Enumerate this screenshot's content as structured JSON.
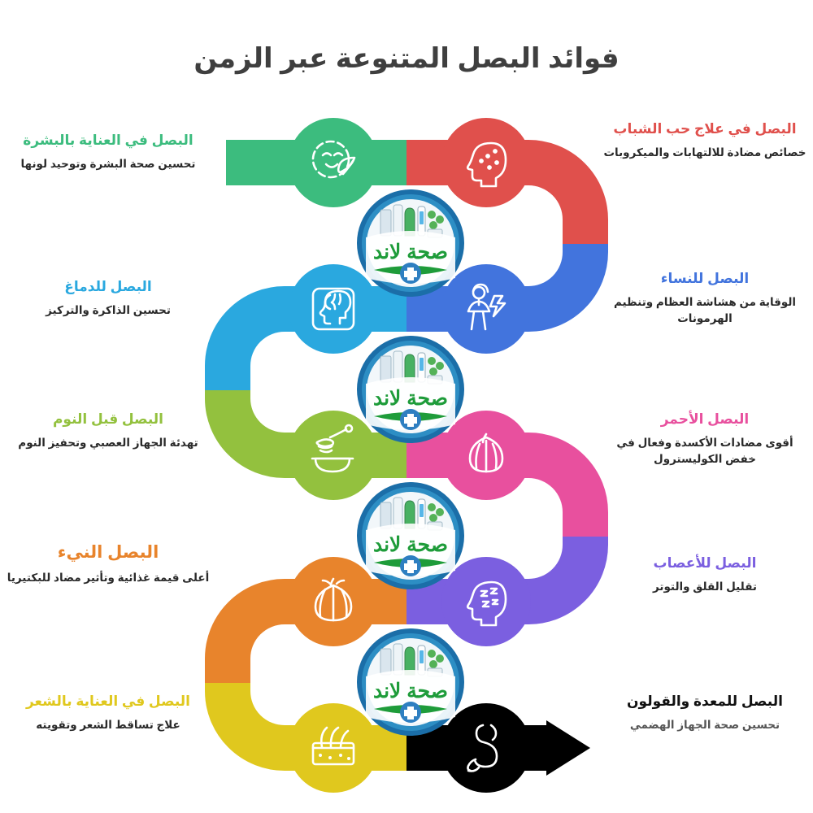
{
  "page": {
    "title": "فوائد البصل المتنوعة عبر الزمن",
    "background": "#ffffff",
    "title_color": "#3f3f3f"
  },
  "watermark": {
    "name": "صحة لاند",
    "ring_color": "#1b6ea8",
    "text_color": "#1e9c3a",
    "cross_color": "#2e7fc1",
    "count": 4
  },
  "colors": {
    "green": "#3cbc7e",
    "red": "#e0504c",
    "blue": "#4274dd",
    "lightblue": "#2aa8df",
    "yellowgreen": "#93c13e",
    "pink": "#e8509e",
    "purple": "#7b5fe0",
    "orange": "#e8842c",
    "yellow": "#e0c81e",
    "black": "#000000"
  },
  "nodes": [
    {
      "id": "skin-care",
      "side": "left",
      "color": "#3cbc7e",
      "icon": "face-leaf-icon",
      "heading": "البصل في العناية بالبشرة",
      "body": "تحسين صحة البشرة وتوحيد لونها"
    },
    {
      "id": "acne",
      "side": "right",
      "color": "#e0504c",
      "icon": "face-acne-icon",
      "heading": "البصل في علاج حب الشباب",
      "body": "خصائص مضادة للالتهابات والميكروبات"
    },
    {
      "id": "brain",
      "side": "left",
      "color": "#2aa8df",
      "icon": "brain-head-icon",
      "heading": "البصل للدماغ",
      "body": "تحسين الذاكرة والتركيز"
    },
    {
      "id": "women",
      "side": "right",
      "color": "#4274dd",
      "icon": "woman-bone-icon",
      "heading": "البصل للنساء",
      "body": "الوقاية من هشاشة العظام وتنظيم الهرمونات"
    },
    {
      "id": "before-sleep",
      "side": "left",
      "color": "#93c13e",
      "icon": "honey-dipper-bowl-icon",
      "heading": "البصل قبل النوم",
      "body": "تهدئة الجهاز العصبي وتحفيز النوم"
    },
    {
      "id": "red-onion",
      "side": "right",
      "color": "#e8509e",
      "icon": "onion-bulb-icon",
      "heading": "البصل الأحمر",
      "body": "أقوى مضادات الأكسدة وفعال في خفض الكوليسترول"
    },
    {
      "id": "raw-onion",
      "side": "left",
      "color": "#e8842c",
      "icon": "whole-onion-icon",
      "heading": "البصل النيء",
      "body": "أعلى قيمة غذائية وتأثير مضاد للبكتيريا"
    },
    {
      "id": "nerves",
      "side": "right",
      "color": "#7b5fe0",
      "icon": "anxious-head-icon",
      "heading": "البصل للأعصاب",
      "body": "تقليل القلق والتوتر"
    },
    {
      "id": "hair-care",
      "side": "left",
      "color": "#e0c81e",
      "icon": "hair-follicle-icon",
      "heading": "البصل في العناية بالشعر",
      "body": "علاج تساقط الشعر وتقويته"
    },
    {
      "id": "stomach-colon",
      "side": "right",
      "color": "#000000",
      "icon": "stomach-icon",
      "heading": "البصل للمعدة والقولون",
      "body": "تحسين صحة الجهاز الهضمي"
    }
  ],
  "arrow": {
    "name": "arrow-right-icon",
    "color": "#000000"
  }
}
